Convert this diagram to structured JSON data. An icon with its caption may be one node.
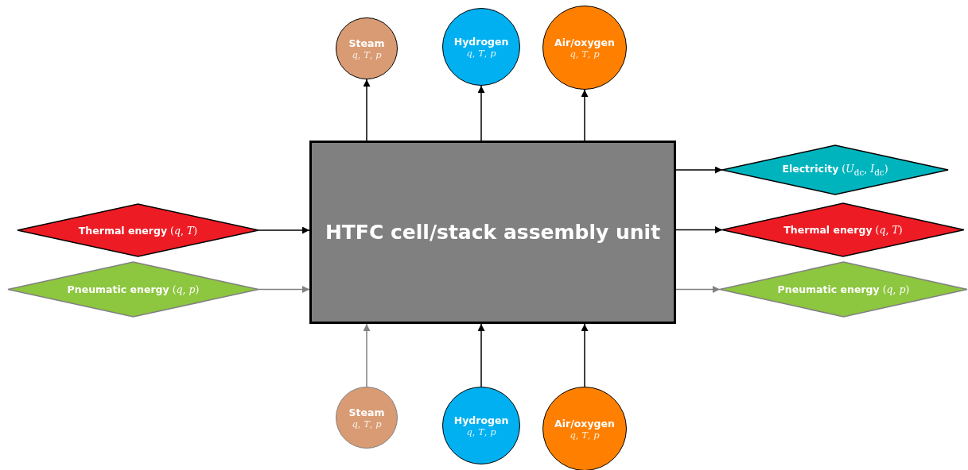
{
  "diagram": {
    "nodes": [
      {
        "text": [
          "HTFC cell/stack assembly unit"
        ]
      },
      {
        "text": [
          "Steam",
          "*q*, *T*, *p*"
        ]
      },
      {
        "text": [
          "Hydrogen",
          "*q*, *T*, *p*"
        ]
      },
      {
        "text": [
          "Air/oxygen",
          "*q*, *T*, *p*"
        ]
      },
      {
        "text": [
          "**Thermal energy** (*q*, *T*)"
        ]
      },
      {
        "text": [
          "**Pneumatic energy** (*q*, *p*)"
        ]
      },
      {
        "text": [
          "**Electricity** (*U*$_{dc}$, *I*$_{dc}$)"
        ]
      },
      {
        "text": [
          "**Thermal energy** (*q*, *T*)"
        ]
      },
      {
        "text": [
          "**Pneumatic energy** (*q*, *p*)"
        ]
      },
      {
        "text": [
          "Steam",
          "*q*, *T*, *p*"
        ]
      },
      {
        "text": [
          "Hydrogen",
          "*q*, *T*, *p*"
        ]
      },
      {
        "text": [
          "Air/oxygen",
          "*q*, *T*, *p*"
        ]
      }
    ],
    "edges": [
      {
        "from": 0,
        "to": 1,
        "arrow": "to"
      },
      {
        "from": 0,
        "to": 2,
        "arrow": "to"
      },
      {
        "from": 0,
        "to": 3,
        "arrow": "to"
      },
      {
        "from": 4,
        "to": 0,
        "arrow": "to"
      },
      {
        "from": 5,
        "to": 0,
        "arrow": "to",
        "color": "#808080"
      },
      {
        "from": 0,
        "to": 6,
        "arrow": "to"
      },
      {
        "from": 0,
        "to": 7,
        "arrow": "to"
      },
      {
        "from": 0,
        "to": 8,
        "arrow": "to",
        "color": "#808080"
      },
      {
        "from": 9,
        "to": 0,
        "arrow": "to",
        "color": "#808080"
      },
      {
        "from": 10,
        "to": 0,
        "arrow": "to"
      },
      {
        "from": 11,
        "to": 0,
        "arrow": "to"
      }
    ]
  }
}
